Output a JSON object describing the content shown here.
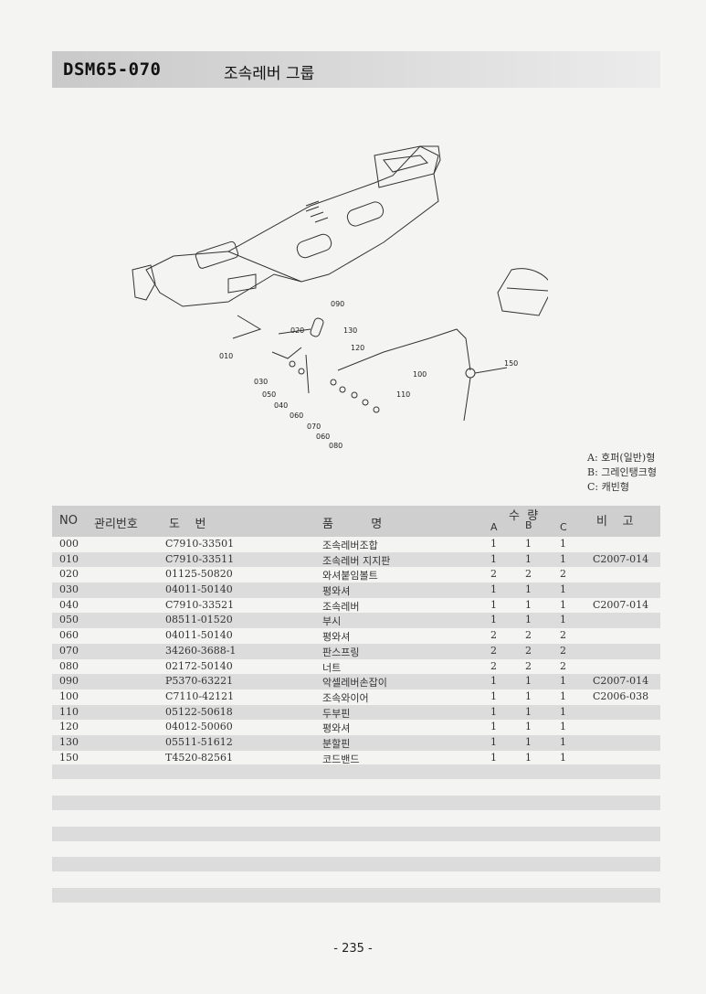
{
  "header": {
    "code": "DSM65-070",
    "name": "조속레버 그룹"
  },
  "diagram": {
    "callouts": [
      "090",
      "020",
      "130",
      "120",
      "010",
      "100",
      "030",
      "110",
      "050",
      "040",
      "060",
      "070",
      "060",
      "080",
      "150"
    ]
  },
  "legend": [
    "A: 호퍼(일반)형",
    "B: 그레인탱크형",
    "C: 캐빈형"
  ],
  "table": {
    "headers": {
      "no": "NO",
      "mgmt": "관리번호",
      "dwg": "도    번",
      "name": "품          명",
      "qty": "수  량",
      "a": "A",
      "b": "B",
      "c": "C",
      "note": "비    고"
    },
    "rows": [
      {
        "no": "000",
        "dwg": "C7910-33501",
        "name": "조속레버조합",
        "a": "1",
        "b": "1",
        "c": "1",
        "note": ""
      },
      {
        "no": "010",
        "dwg": "C7910-33511",
        "name": "조속레버 지지판",
        "a": "1",
        "b": "1",
        "c": "1",
        "note": "C2007-014"
      },
      {
        "no": "020",
        "dwg": "01125-50820",
        "name": "와셔붙임볼트",
        "a": "2",
        "b": "2",
        "c": "2",
        "note": ""
      },
      {
        "no": "030",
        "dwg": "04011-50140",
        "name": "평와셔",
        "a": "1",
        "b": "1",
        "c": "1",
        "note": ""
      },
      {
        "no": "040",
        "dwg": "C7910-33521",
        "name": "조속레버",
        "a": "1",
        "b": "1",
        "c": "1",
        "note": "C2007-014"
      },
      {
        "no": "050",
        "dwg": "08511-01520",
        "name": "부시",
        "a": "1",
        "b": "1",
        "c": "1",
        "note": ""
      },
      {
        "no": "060",
        "dwg": "04011-50140",
        "name": "평와셔",
        "a": "2",
        "b": "2",
        "c": "2",
        "note": ""
      },
      {
        "no": "070",
        "dwg": "34260-3688-1",
        "name": "판스프링",
        "a": "2",
        "b": "2",
        "c": "2",
        "note": ""
      },
      {
        "no": "080",
        "dwg": "02172-50140",
        "name": "너트",
        "a": "2",
        "b": "2",
        "c": "2",
        "note": ""
      },
      {
        "no": "090",
        "dwg": "P5370-63221",
        "name": "악셀레버손잡이",
        "a": "1",
        "b": "1",
        "c": "1",
        "note": "C2007-014"
      },
      {
        "no": "100",
        "dwg": "C7110-42121",
        "name": "조속와이어",
        "a": "1",
        "b": "1",
        "c": "1",
        "note": "C2006-038"
      },
      {
        "no": "110",
        "dwg": "05122-50618",
        "name": "두부핀",
        "a": "1",
        "b": "1",
        "c": "1",
        "note": ""
      },
      {
        "no": "120",
        "dwg": "04012-50060",
        "name": "평와셔",
        "a": "1",
        "b": "1",
        "c": "1",
        "note": ""
      },
      {
        "no": "130",
        "dwg": "05511-51612",
        "name": "분할핀",
        "a": "1",
        "b": "1",
        "c": "1",
        "note": ""
      },
      {
        "no": "150",
        "dwg": "T4520-82561",
        "name": "코드밴드",
        "a": "1",
        "b": "1",
        "c": "1",
        "note": ""
      }
    ]
  },
  "page_number": "- 235 -"
}
